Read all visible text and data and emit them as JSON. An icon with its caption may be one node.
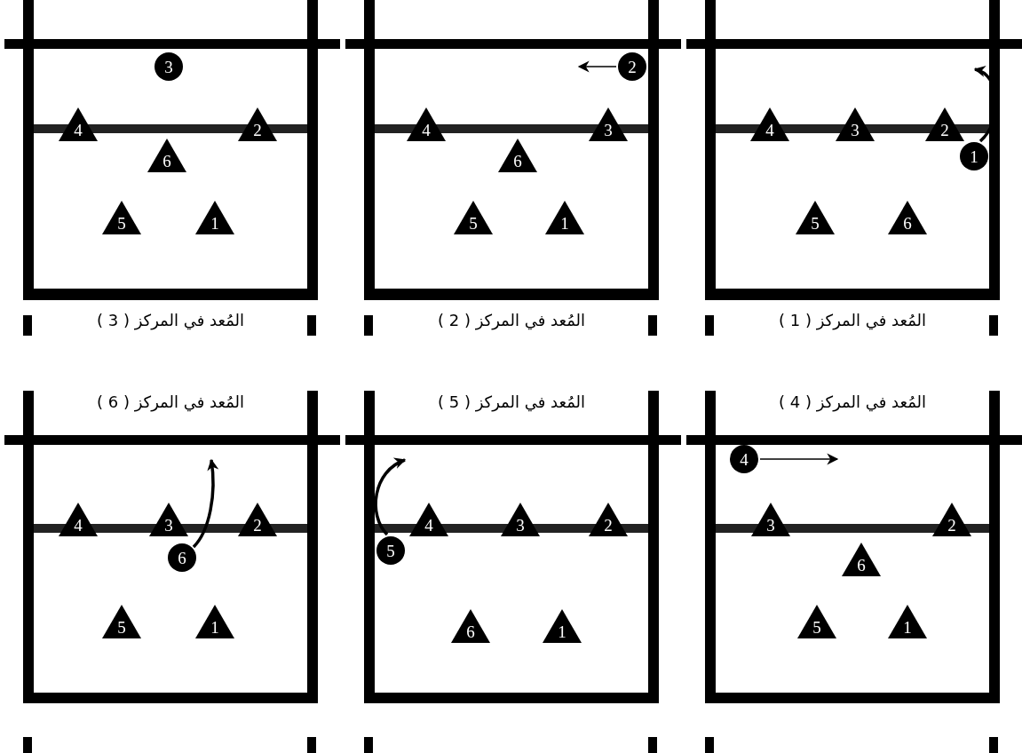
{
  "diagram": {
    "nodes": [
      {
        "text": [
          "المُعد في المركز ( 1 )"
        ]
      },
      {
        "text": [
          "4"
        ],
        "in": 0
      },
      {
        "text": [
          "3"
        ],
        "in": 0
      },
      {
        "text": [
          "2"
        ],
        "in": 0
      },
      {
        "text": [
          "1"
        ],
        "in": 0
      },
      {
        "text": [
          "5"
        ],
        "in": 0
      },
      {
        "text": [
          "6"
        ],
        "in": 0
      },
      {
        "text": [
          "المُعد في المركز ( 2 )"
        ]
      },
      {
        "text": [
          "2"
        ],
        "in": 7
      },
      {
        "text": [
          "4"
        ],
        "in": 7
      },
      {
        "text": [
          "3"
        ],
        "in": 7
      },
      {
        "text": [
          "6"
        ],
        "in": 7
      },
      {
        "text": [
          "5"
        ],
        "in": 7
      },
      {
        "text": [
          "1"
        ],
        "in": 7
      },
      {
        "text": [
          "المُعد في المركز ( 3 )"
        ]
      },
      {
        "text": [
          "3"
        ],
        "in": 14
      },
      {
        "text": [
          "4"
        ],
        "in": 14
      },
      {
        "text": [
          "2"
        ],
        "in": 14
      },
      {
        "text": [
          "6"
        ],
        "in": 14
      },
      {
        "text": [
          "5"
        ],
        "in": 14
      },
      {
        "text": [
          "1"
        ],
        "in": 14
      },
      {
        "text": [
          "المُعد في المركز ( 4 )"
        ]
      },
      {
        "text": [
          "4"
        ],
        "in": 21
      },
      {
        "text": [
          "3"
        ],
        "in": 21
      },
      {
        "text": [
          "2"
        ],
        "in": 21
      },
      {
        "text": [
          "6"
        ],
        "in": 21
      },
      {
        "text": [
          "5"
        ],
        "in": 21
      },
      {
        "text": [
          "1"
        ],
        "in": 21
      },
      {
        "text": [
          "المُعد في المركز ( 5 )"
        ]
      },
      {
        "text": [
          "4"
        ],
        "in": 28
      },
      {
        "text": [
          "3"
        ],
        "in": 28
      },
      {
        "text": [
          "2"
        ],
        "in": 28
      },
      {
        "text": [
          "5"
        ],
        "in": 28
      },
      {
        "text": [
          "6"
        ],
        "in": 28
      },
      {
        "text": [
          "1"
        ],
        "in": 28
      },
      {
        "text": [
          "المُعد في المركز ( 6 )"
        ]
      },
      {
        "text": [
          "4"
        ],
        "in": 35
      },
      {
        "text": [
          "3"
        ],
        "in": 35
      },
      {
        "text": [
          "2"
        ],
        "in": 35
      },
      {
        "text": [
          "6"
        ],
        "in": 35
      },
      {
        "text": [
          "5"
        ],
        "in": 35
      },
      {
        "text": [
          "1"
        ],
        "in": 35
      }
    ],
    "edges": [
      {
        "from": 4,
        "to": null,
        "arrow": "to"
      },
      {
        "from": 8,
        "to": null,
        "arrow": "to"
      },
      {
        "from": 22,
        "to": null,
        "arrow": "to"
      },
      {
        "from": 32,
        "to": null,
        "arrow": "to"
      },
      {
        "from": 39,
        "to": null,
        "arrow": "to"
      }
    ]
  }
}
